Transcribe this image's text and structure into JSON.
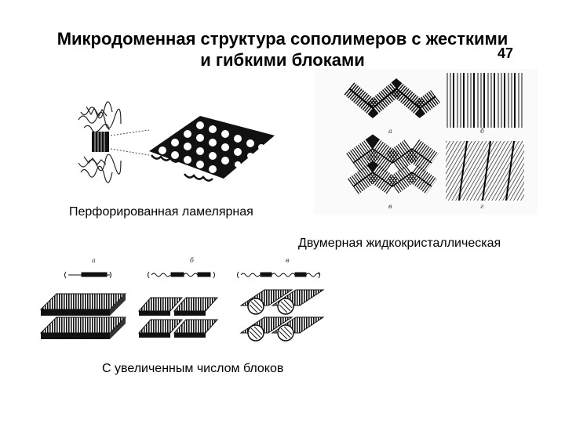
{
  "title": {
    "line1": "Микродоменная структура сополимеров с жесткими",
    "line2": "и гибкими блоками"
  },
  "page_number": "47",
  "captions": {
    "perforated": "Перфорированная ламелярная",
    "liquid_crystal": "Двумерная жидкокристаллическая",
    "more_blocks": "С увеличенным числом блоков"
  },
  "panel_labels": {
    "zigzag": [
      "а",
      "б",
      "в",
      "г"
    ],
    "blocks": [
      "а",
      "б",
      "в"
    ]
  },
  "colors": {
    "ink": "#000000",
    "background": "#ffffff"
  }
}
